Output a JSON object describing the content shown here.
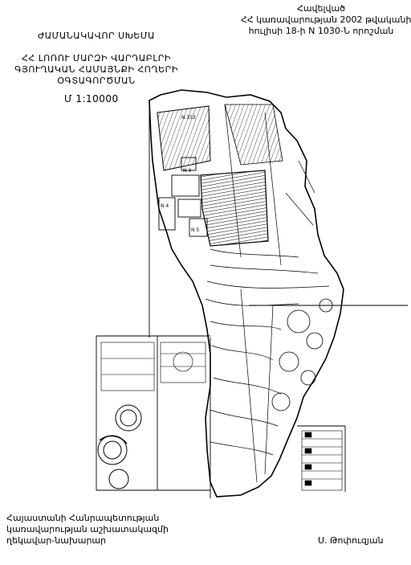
{
  "header": {
    "annex_lines": [
      "Հավելված",
      "ՀՀ կառավարության 2002 թվականի",
      "հուլիսի 18-ի N 1030-Ն որոշման"
    ]
  },
  "title": {
    "lines": [
      "ԺԱՄԱՆԱԿԱՎՈՐ ՍԽԵՄԱ",
      "ՀՀ ԼՈՌՈՒ ՄԱՐԶԻ ՎԱՐԴԱԲԼՐԻ",
      "ԳՅՈՒՂԱԿԱՆ ՀԱՄԱՅՆՔԻ ՀՈՂԵՐԻ",
      "ՕԳՏԱԳՈՐԾՄԱՆ"
    ],
    "scale": "Մ 1:10000"
  },
  "map": {
    "plot_labels": [
      "N 353",
      "N 3",
      "N 4",
      "N 5"
    ]
  },
  "footer": {
    "org_lines": [
      "Հայաստանի Հանրապետության",
      "կառավարության աշխատակազմի",
      "ղեկավար-նախարար"
    ],
    "signatory": "Ս. Թոփուզյան"
  }
}
